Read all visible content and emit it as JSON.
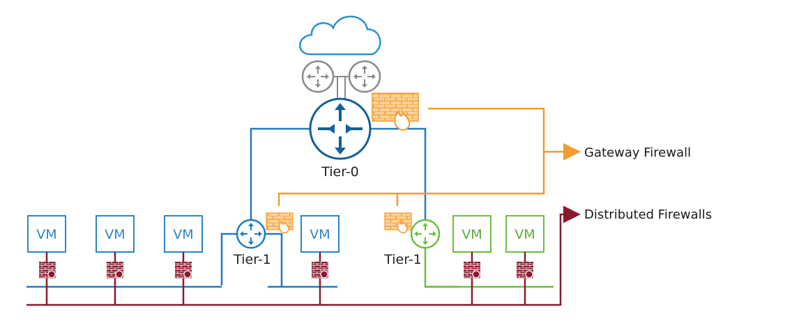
{
  "labels": {
    "tier0": "Tier-0",
    "tier1_left": "Tier-1",
    "tier1_right": "Tier-1",
    "vm": "VM",
    "gateway_firewall": "Gateway Firewall",
    "distributed_firewalls": "Distributed Firewalls"
  },
  "icons": {
    "cloud": "cloud-icon",
    "edge_router": "router-icon",
    "tier0_router": "router-icon",
    "tier1_router": "router-icon",
    "gateway_firewall": "firewall-fire-icon",
    "distributed_firewall": "firewall-brick-icon"
  },
  "colors": {
    "blue": "#1f7bbf",
    "dark_blue": "#0f5f99",
    "cloud_blue": "#2a8fd0",
    "gray": "#8a8a8a",
    "orange": "#f29b2e",
    "green": "#6cbf3d",
    "maroon": "#8b1a2f",
    "vm_blue_text": "#2b86c5",
    "vm_green_text": "#5fa93a"
  },
  "vms_left": [
    "VM",
    "VM",
    "VM"
  ],
  "vms_middle": [
    "VM"
  ],
  "vms_right": [
    "VM",
    "VM"
  ]
}
